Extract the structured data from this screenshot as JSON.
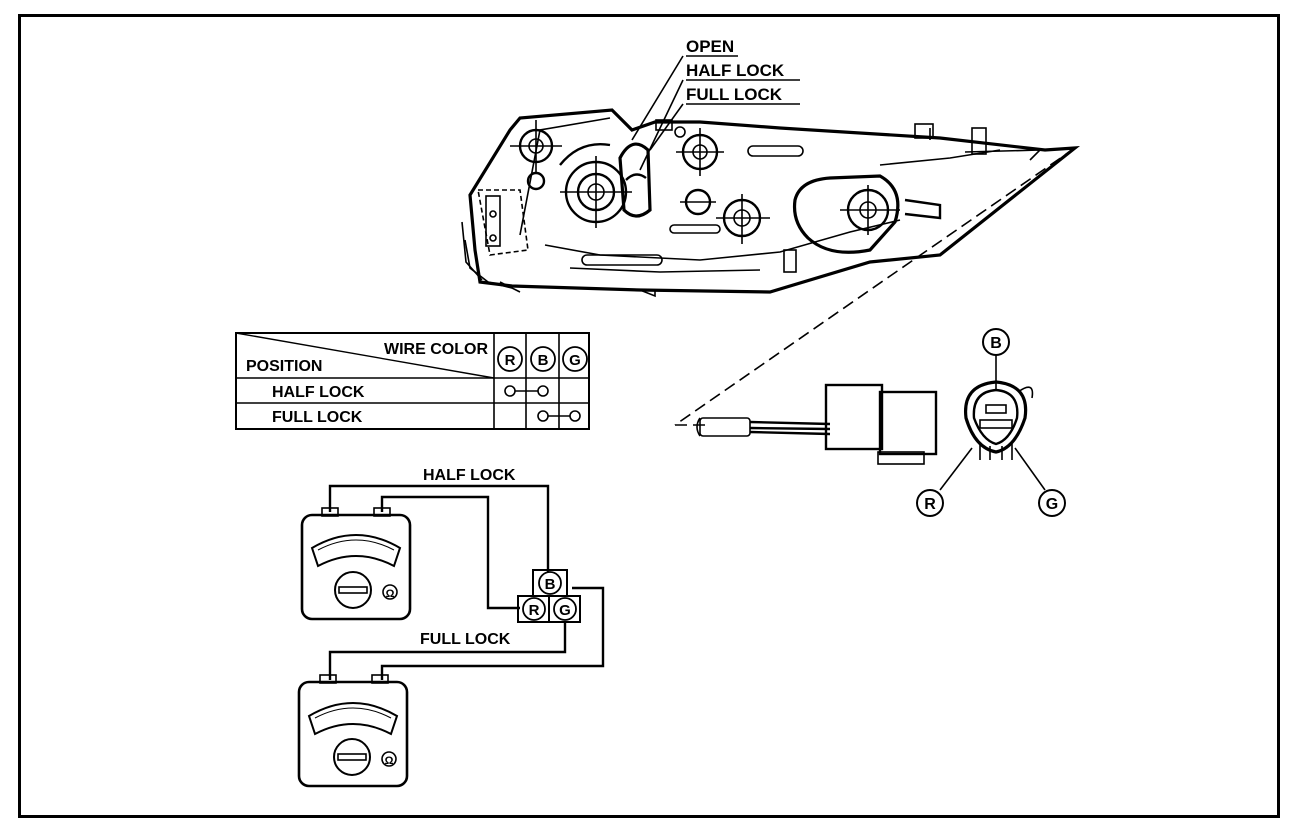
{
  "latch": {
    "label_open": "OPEN",
    "label_half_lock": "HALF LOCK",
    "label_full_lock": "FULL LOCK"
  },
  "table": {
    "header_wire_color": "WIRE COLOR",
    "header_position": "POSITION",
    "columns": [
      "R",
      "B",
      "G"
    ],
    "rows": [
      {
        "position": "HALF LOCK",
        "continuity": [
          "R",
          "B"
        ]
      },
      {
        "position": "FULL LOCK",
        "continuity": [
          "B",
          "G"
        ]
      }
    ]
  },
  "connector": {
    "pins": [
      "B",
      "R",
      "G"
    ]
  },
  "tester": {
    "label_half_lock": "HALF LOCK",
    "label_full_lock": "FULL LOCK",
    "terminals": [
      "B",
      "R",
      "G"
    ],
    "ohm_symbol": "Ω"
  }
}
